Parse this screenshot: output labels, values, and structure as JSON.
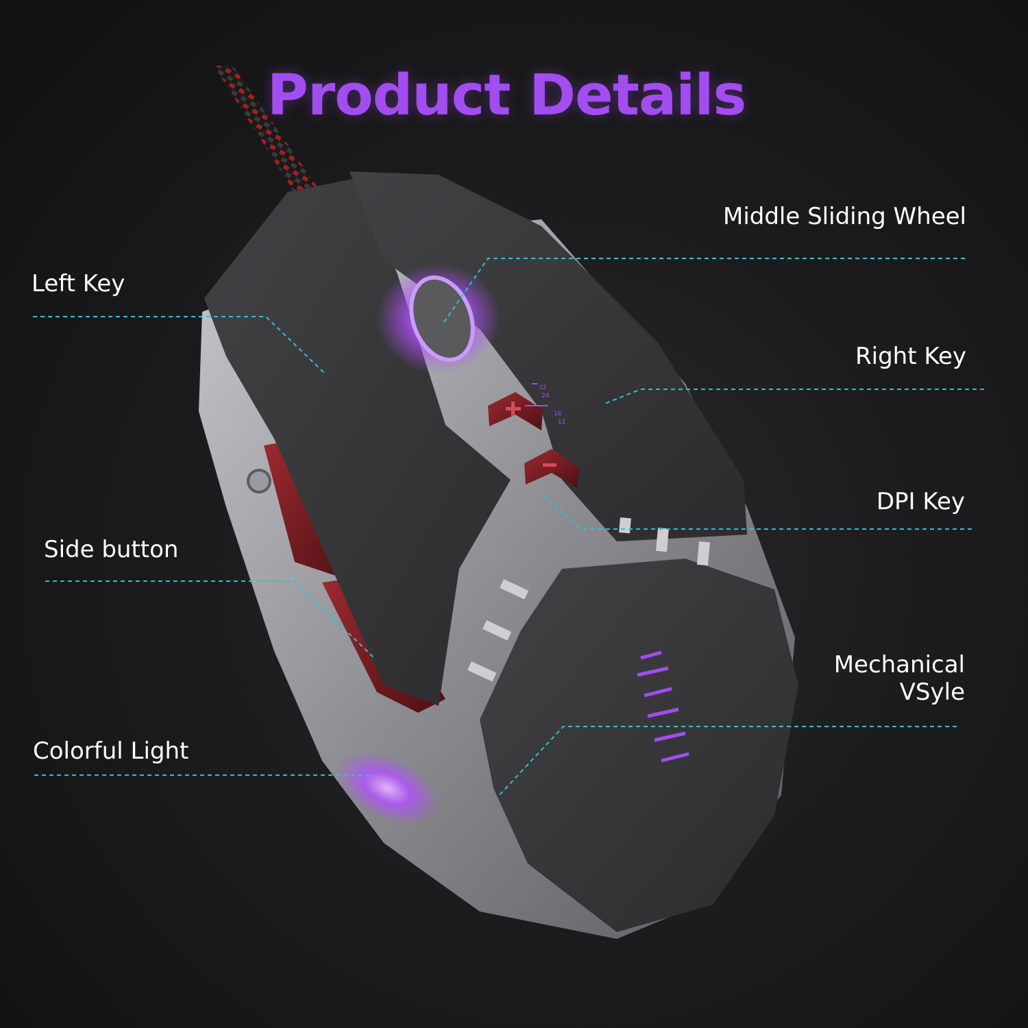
{
  "title": "Product Details",
  "labels": {
    "left_key": "Left Key",
    "side_button": "Side button",
    "colorful_light": "Colorful Light",
    "middle_sliding_wheel": "Middle Sliding Wheel",
    "right_key": "Right Key",
    "dpi_key": "DPI Key",
    "mechanical_line1": "Mechanical",
    "mechanical_line2": "VSyle"
  },
  "dpi_marks": {
    "top_a": "32",
    "top_b": "24",
    "bottom_a": "16",
    "bottom_b": "12"
  },
  "colors": {
    "title": "#a24df0",
    "leader_lines": "#29c4d6",
    "glow": "#b350ff",
    "accent_red": "#7a1d24",
    "shell": "#3c3c3e",
    "frame": "#a6a6ab"
  },
  "icons": [
    "plus-icon",
    "minus-icon",
    "scroll-wheel-icon",
    "cable"
  ]
}
